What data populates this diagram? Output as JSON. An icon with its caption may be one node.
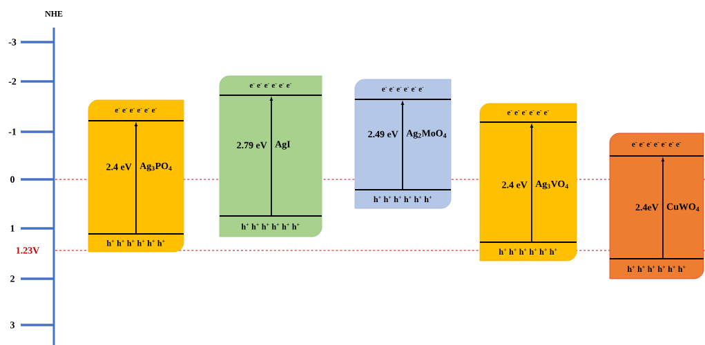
{
  "diagram": {
    "nodes": [
      {
        "text": [
          "e$^{-}$ e$^{-}$ e$^{-}$ e$^{-}$ e$^{-}$ e$^{-}$",
          "2.4 eV",
          "Ag$_{3}$PO$_{4}$",
          "h$^{+}$ h$^{+}$ h$^{+}$ h$^{+}$ h$^{+}$ h$^{+}$"
        ]
      },
      {
        "text": [
          "e$^{-}$ e$^{-}$ e$^{-}$ e$^{-}$ e$^{-}$ e$^{-}$",
          "2.79 eV",
          "AgI",
          "h$^{+}$ h$^{+}$ h$^{+}$ h$^{+}$ h$^{+}$ h$^{+}$"
        ]
      },
      {
        "text": [
          "e$^{-}$ e$^{-}$ e$^{-}$ e$^{-}$ e$^{-}$ e$^{-}$",
          "2.49 eV",
          "Ag$_{2}$MoO$_{4}$",
          "h$^{+}$ h$^{+}$ h$^{+}$ h$^{+}$ h$^{+}$ h$^{+}$"
        ]
      },
      {
        "text": [
          "e$^{-}$ e$^{-}$ e$^{-}$ e$^{-}$ e$^{-}$ e$^{-}$",
          "2.4 eV",
          "Ag$_{3}$VO$_{4}$",
          "h$^{+}$ h$^{+}$ h$^{+}$ h$^{+}$ h$^{+}$ h$^{+}$"
        ]
      },
      {
        "text": [
          "e$^{-}$ e$^{-}$ e$^{-}$ e$^{-}$ e$^{-}$ e$^{-}$ e$^{-}$",
          "2.4eV",
          "CuWO$_{4}$",
          "h$^{+}$ h$^{+}$ h$^{+}$ h$^{+}$ h$^{+}$ h$^{+}$"
        ]
      }
    ],
    "labels": [
      "NHE",
      "-3",
      "-2",
      "-1",
      "0",
      "1",
      "1.23V",
      "2",
      "3"
    ]
  }
}
